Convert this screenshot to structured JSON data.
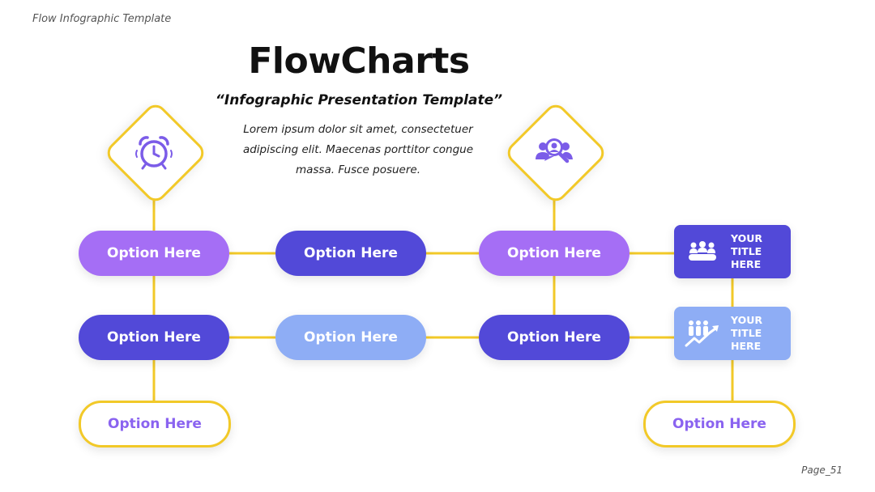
{
  "header": {
    "label": "Flow Infographic Template"
  },
  "footer": {
    "page": "Page_51"
  },
  "main": {
    "title": "FlowCharts",
    "subtitle": "“Infographic Presentation Template”",
    "body": "Lorem ipsum dolor sit amet, consectetuer adipiscing elit. Maecenas porttitor congue massa. Fusce posuere."
  },
  "colors": {
    "yellow": "#f2c928",
    "violet": "#a56ef5",
    "indigo": "#5249d8",
    "periwinkle": "#8eadf5",
    "outline_text": "#8a63f0"
  },
  "icons": {
    "diamond_left": "alarm-clock-icon",
    "diamond_right": "user-search-icon",
    "card_top": "team-meeting-icon",
    "card_bottom": "team-growth-icon"
  },
  "flow": {
    "row1": [
      "Option Here",
      "Option Here",
      "Option Here"
    ],
    "row2": [
      "Option Here",
      "Option Here",
      "Option Here"
    ],
    "row3_left": "Option Here",
    "row3_right": "Option Here",
    "card_top": "YOUR\nTITLE\nHERE",
    "card_bottom": "YOUR\nTITLE\nHERE"
  }
}
